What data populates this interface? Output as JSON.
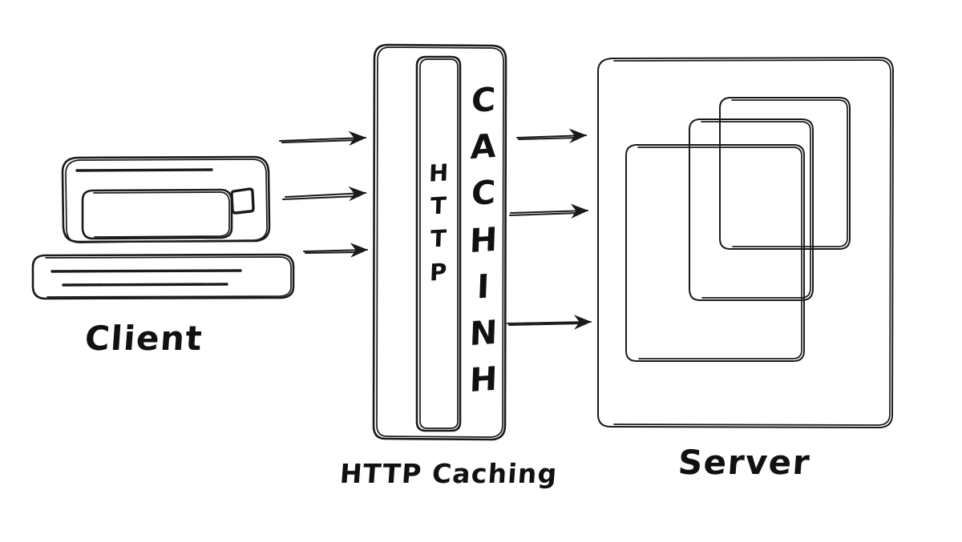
{
  "diagram": {
    "title_text_present": false,
    "background_color": "#ffffff",
    "ink_color": "#1a1a1a",
    "style": "hand-drawn sketch"
  },
  "nodes": {
    "client": {
      "label": "Client",
      "icon": "desktop-computer-icon",
      "parts": [
        "monitor-bezel",
        "monitor-screen",
        "monitor-top-line",
        "monitor-side-button",
        "keyboard-base",
        "keyboard-line-1",
        "keyboard-line-2"
      ]
    },
    "cache": {
      "label": "HTTP Caching",
      "icon": "cache-box-icon",
      "inner_label_vertical": "HTTP",
      "outer_label_vertical": "CACHINH",
      "inner_letters": [
        "H",
        "T",
        "T",
        "P"
      ],
      "outer_letters": [
        "C",
        "A",
        "C",
        "H",
        "I",
        "N",
        "H"
      ]
    },
    "server": {
      "label": "Server",
      "icon": "server-stack-icon",
      "inner_rect_count": 3
    }
  },
  "edges": [
    {
      "name": "client-to-cache-1",
      "from": "client",
      "to": "cache",
      "direction": "right",
      "arrowhead": true
    },
    {
      "name": "client-to-cache-2",
      "from": "client",
      "to": "cache",
      "direction": "right",
      "arrowhead": true
    },
    {
      "name": "client-to-cache-3",
      "from": "client",
      "to": "cache",
      "direction": "right",
      "arrowhead": true
    },
    {
      "name": "cache-to-server-1",
      "from": "cache",
      "to": "server",
      "direction": "right",
      "arrowhead": true
    },
    {
      "name": "cache-to-server-2",
      "from": "cache",
      "to": "server",
      "direction": "right",
      "arrowhead": true
    },
    {
      "name": "cache-to-server-3",
      "from": "cache",
      "to": "server",
      "direction": "right",
      "arrowhead": true
    }
  ]
}
